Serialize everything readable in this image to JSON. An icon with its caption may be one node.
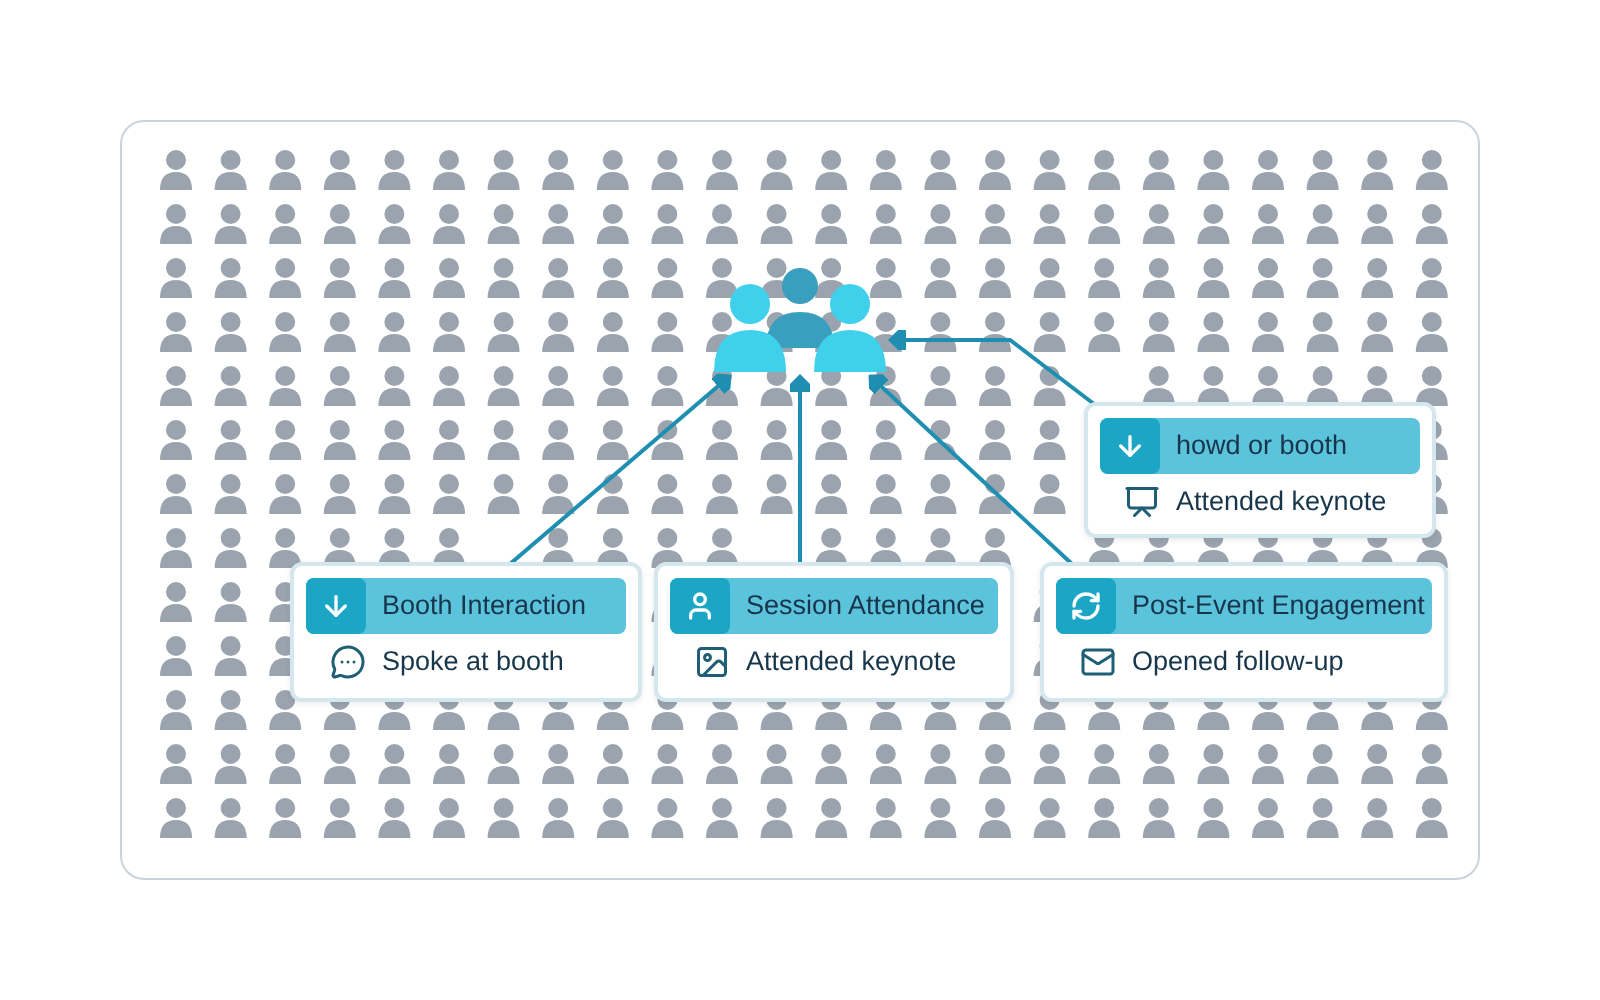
{
  "diagram": {
    "nodes": [
      {
        "text": [],
        "shape": "picture"
      },
      {
        "text": [
          "Booth Interaction",
          "Spoke at booth"
        ]
      },
      {
        "text": [
          "Session Attendance",
          "Attended keynote"
        ]
      },
      {
        "text": [
          "Post-Event Engagement",
          "Opened follow-up"
        ]
      },
      {
        "text": [
          "howd or booth",
          "Attended keynote"
        ]
      }
    ],
    "edges": [
      {
        "from": 1,
        "to": 0,
        "arrow": "to"
      },
      {
        "from": 2,
        "to": 0,
        "arrow": "to"
      },
      {
        "from": 3,
        "to": 0,
        "arrow": "to"
      },
      {
        "from": 4,
        "to": 0,
        "arrow": "to"
      }
    ]
  }
}
